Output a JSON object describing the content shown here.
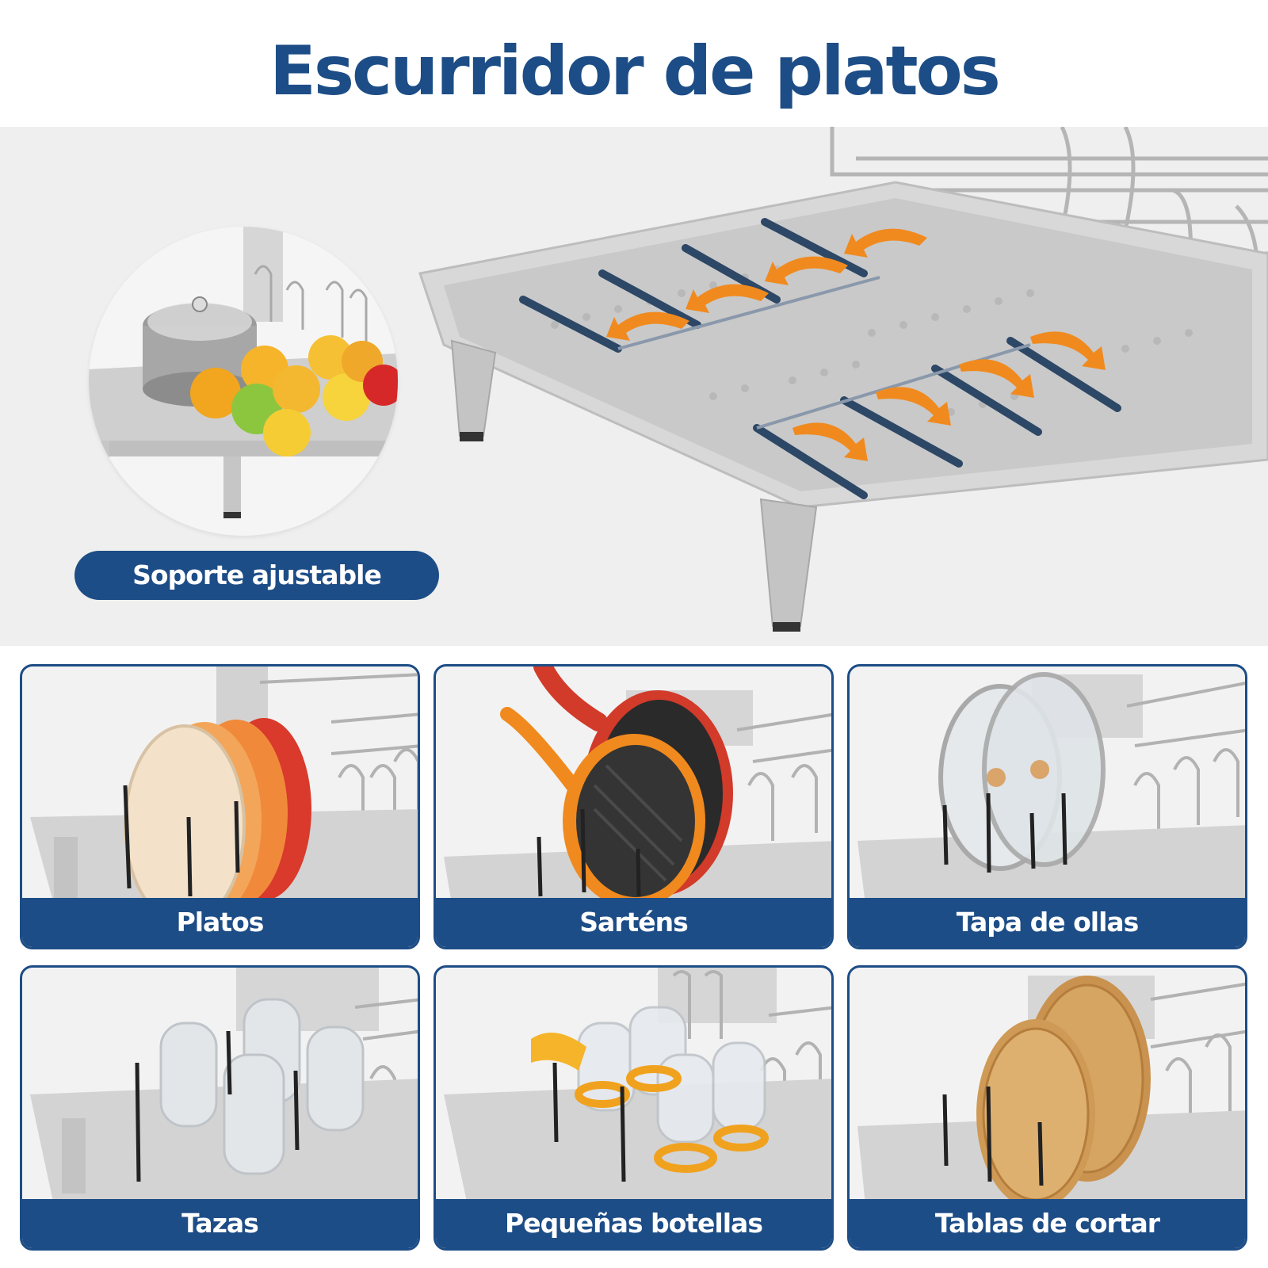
{
  "title": "Escurridor de platos multifuncional",
  "hero": {
    "badge_label": "Soporte ajustable"
  },
  "tiles": [
    {
      "label": "Platos"
    },
    {
      "label": "Sarténs"
    },
    {
      "label": "Tapa de ollas"
    },
    {
      "label": "Tazas"
    },
    {
      "label": "Pequeñas botellas"
    },
    {
      "label": "Tablas de cortar"
    }
  ],
  "colors": {
    "brand_blue": "#1d4d86",
    "accent_orange": "#f08a1e",
    "tray_gray": "#c8c8c8",
    "background": "#efefef"
  }
}
